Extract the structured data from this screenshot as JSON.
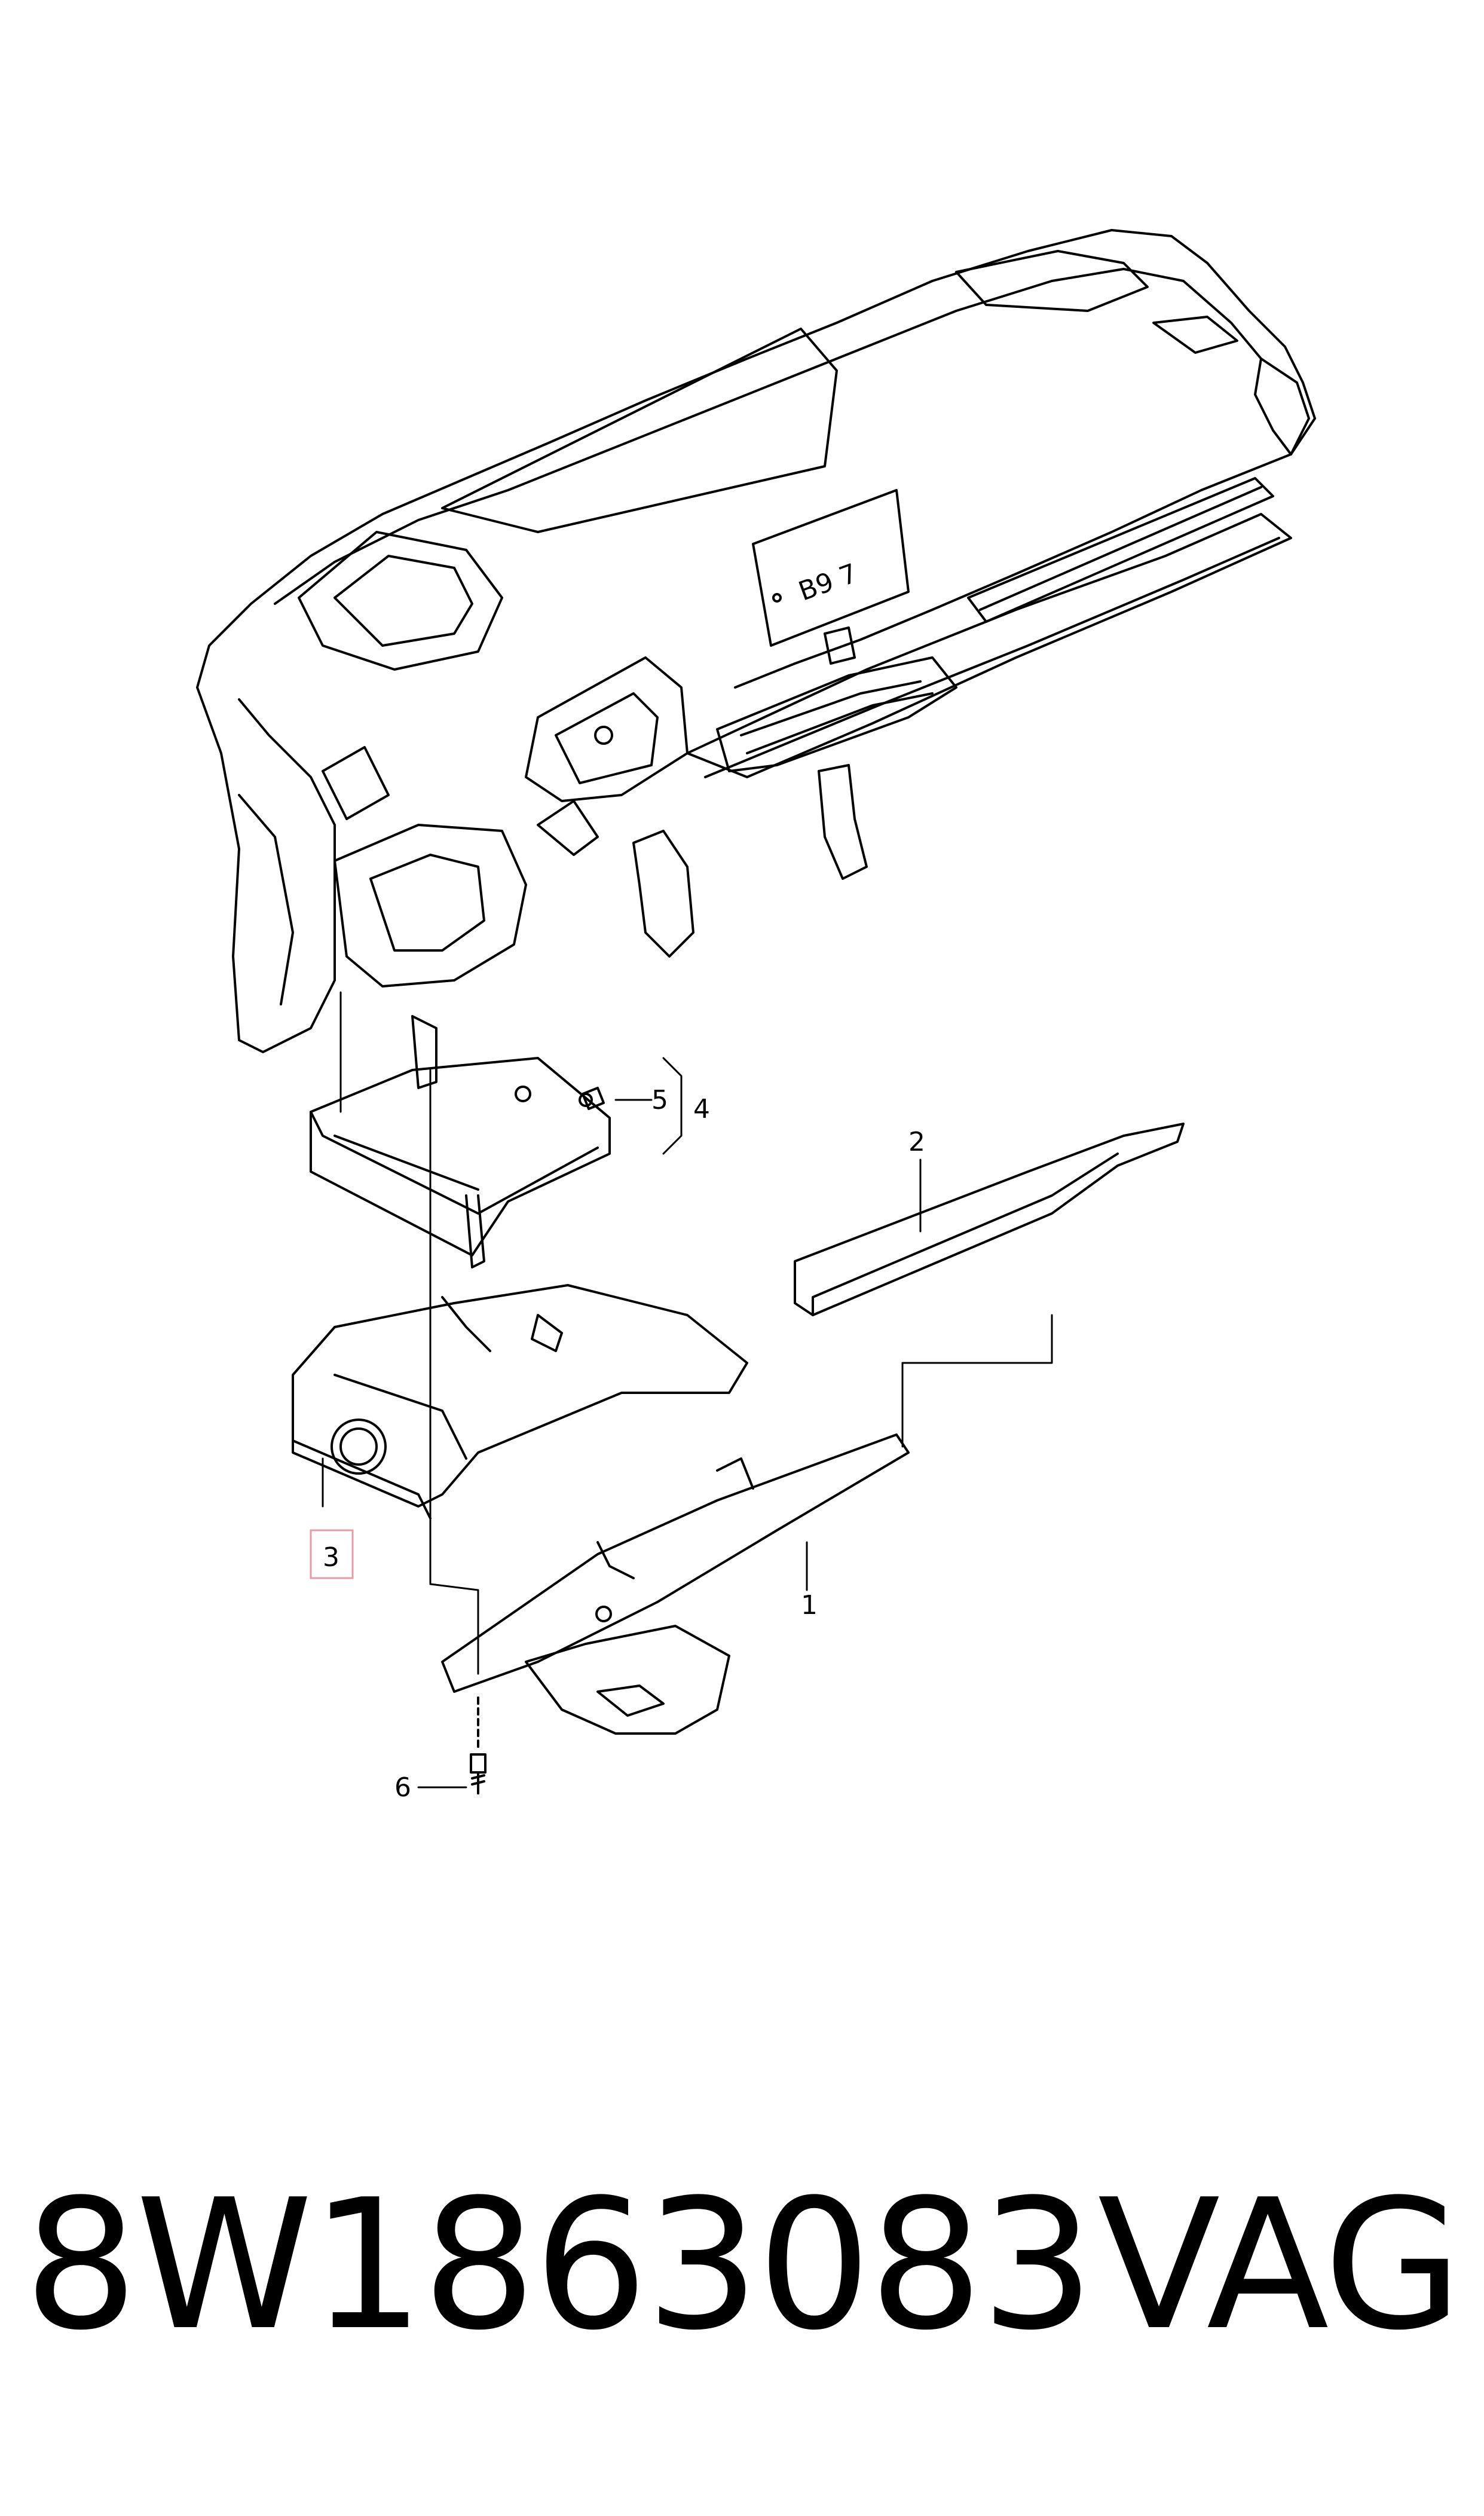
{
  "diagram": {
    "callouts": [
      {
        "id": "1",
        "label": "1"
      },
      {
        "id": "2",
        "label": "2"
      },
      {
        "id": "3",
        "label": "3"
      },
      {
        "id": "4",
        "label": "4"
      },
      {
        "id": "5",
        "label": "5"
      },
      {
        "id": "6",
        "label": "6"
      }
    ],
    "display_text": "B9 7",
    "highlight_color": "#e89aa6",
    "line_color": "#000000"
  },
  "footer": {
    "part_number": "8W1863083",
    "brand": "VAG"
  }
}
